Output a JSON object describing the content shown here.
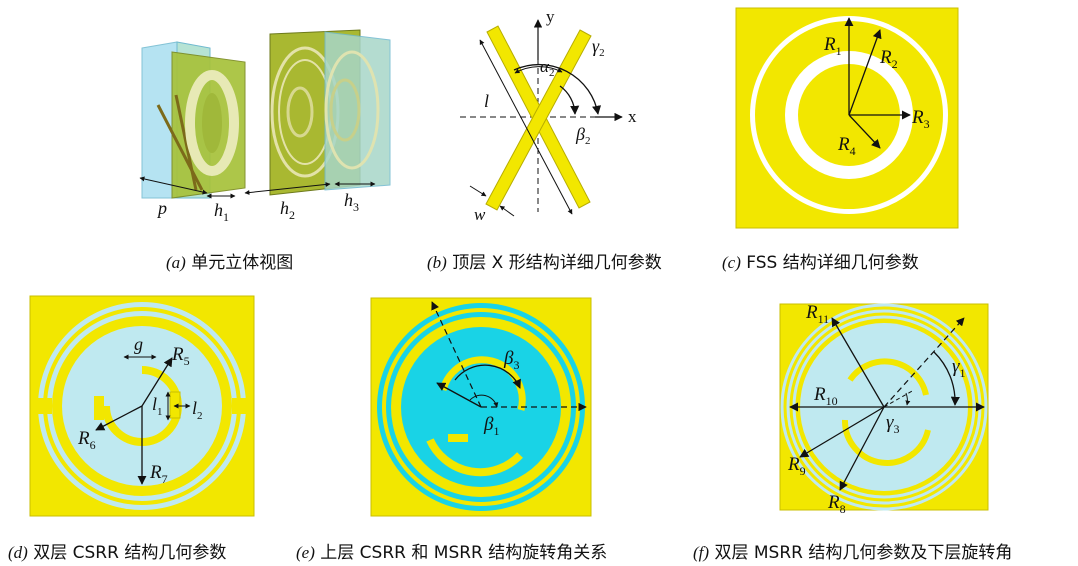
{
  "captions": {
    "a": {
      "panel": "(a)",
      "text": "单元立体视图"
    },
    "b": {
      "panel": "(b)",
      "text": "顶层 X 形结构详细几何参数"
    },
    "c": {
      "panel": "(c)",
      "text": "FSS 结构详细几何参数"
    },
    "d": {
      "panel": "(d)",
      "text": "双层 CSRR 结构几何参数"
    },
    "e": {
      "panel": "(e)",
      "text": "上层 CSRR 和 MSRR 结构旋转角关系"
    },
    "f": {
      "panel": "(f)",
      "text": "双层 MSRR 结构几何参数及下层旋转角"
    }
  },
  "labels": {
    "a": {
      "p": "p",
      "h1": "h",
      "h1_sub": "1",
      "h2": "h",
      "h2_sub": "2",
      "h3": "h",
      "h3_sub": "3"
    },
    "b": {
      "y": "y",
      "x": "x",
      "l": "l",
      "w": "w",
      "alpha2": "α",
      "alpha2_sub": "2",
      "gamma2": "γ",
      "gamma2_sub": "2",
      "beta2": "β",
      "beta2_sub": "2"
    },
    "c": {
      "R1": "R",
      "R1_sub": "1",
      "R2": "R",
      "R2_sub": "2",
      "R3": "R",
      "R3_sub": "3",
      "R4": "R",
      "R4_sub": "4"
    },
    "d": {
      "g": "g",
      "R5": "R",
      "R5_sub": "5",
      "l1": "l",
      "l1_sub": "1",
      "l2": "l",
      "l2_sub": "2",
      "R6": "R",
      "R6_sub": "6",
      "R7": "R",
      "R7_sub": "7"
    },
    "e": {
      "beta3": "β",
      "beta3_sub": "3",
      "beta1": "β",
      "beta1_sub": "1"
    },
    "f": {
      "R11": "R",
      "R11_sub": "11",
      "gamma1": "γ",
      "gamma1_sub": "1",
      "R10": "R",
      "R10_sub": "10",
      "gamma3": "γ",
      "gamma3_sub": "3",
      "R9": "R",
      "R9_sub": "9",
      "R8": "R",
      "R8_sub": "8"
    }
  },
  "colors": {
    "yellow": "#f2e700",
    "cyan": "#19d3e6",
    "light_cyan": "#bfe9f0",
    "glass": "#a9dff0",
    "olive": "#b9c534",
    "dark_olive": "#8a8b1e"
  }
}
